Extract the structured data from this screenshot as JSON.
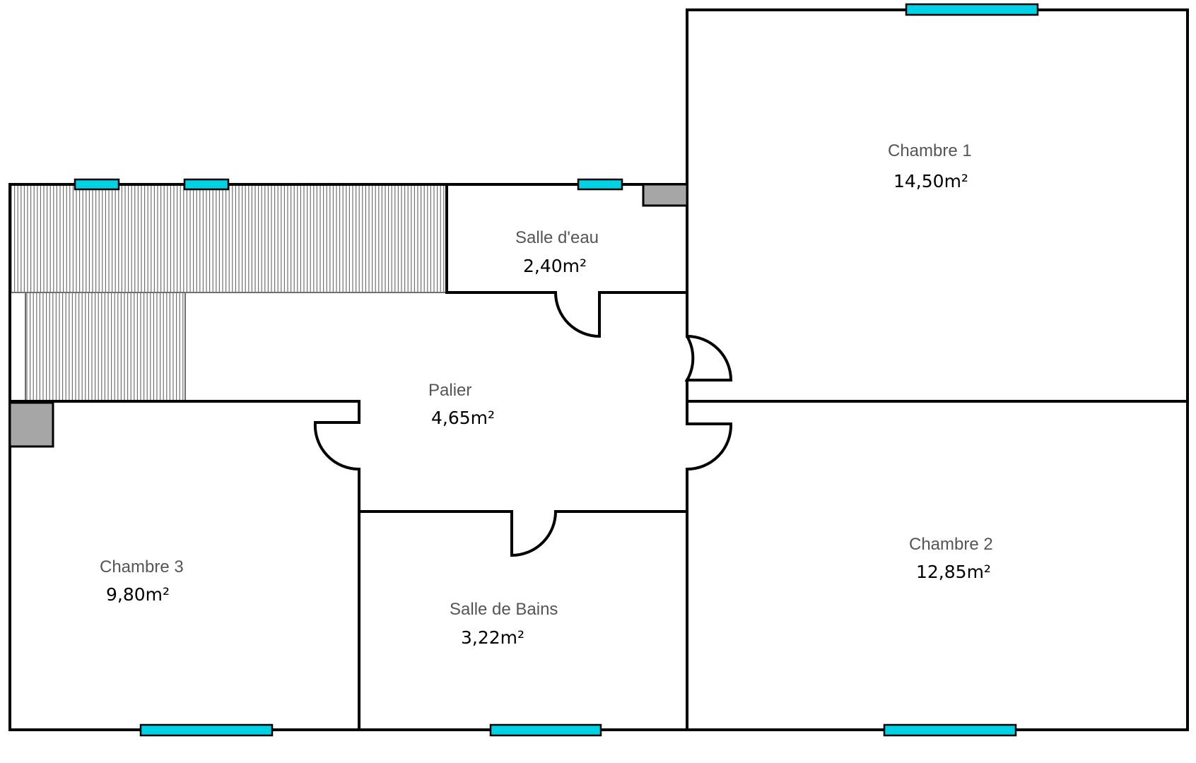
{
  "rooms": [
    {
      "id": "chambre-1",
      "name": "Chambre 1",
      "area": "14,50m²"
    },
    {
      "id": "salle-deau",
      "name": "Salle d'eau",
      "area": "2,40m²"
    },
    {
      "id": "palier",
      "name": "Palier",
      "area": "4,65m²"
    },
    {
      "id": "chambre-2",
      "name": "Chambre 2",
      "area": "12,85m²"
    },
    {
      "id": "chambre-3",
      "name": "Chambre 3",
      "area": "9,80m²"
    },
    {
      "id": "salle-de-bains",
      "name": "Salle de Bains",
      "area": "3,22m²"
    }
  ],
  "colors": {
    "wall": "#000000",
    "window": "#00d2e6",
    "duct": "#a6a6a6",
    "hatch": "#707070",
    "room_name_text": "#555555",
    "area_text": "#000000"
  }
}
